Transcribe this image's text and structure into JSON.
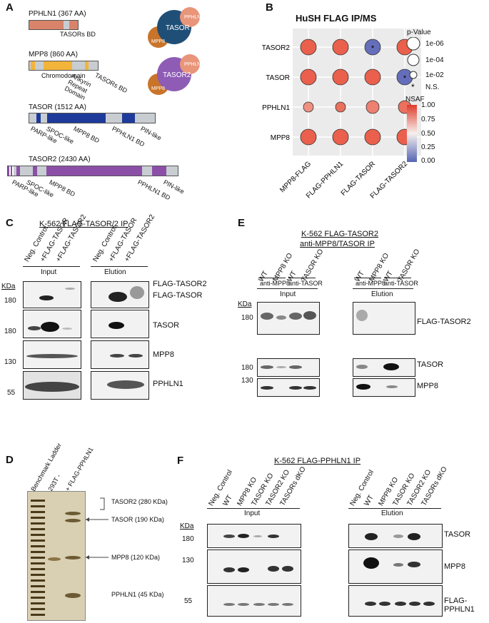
{
  "panels": {
    "A": "A",
    "B": "B",
    "C": "C",
    "D": "D",
    "E": "E",
    "F": "F"
  },
  "panelA": {
    "pphln1": {
      "title": "PPHLN1 (367 AA)",
      "labels": [
        "TASORs BD"
      ]
    },
    "mpp8": {
      "title": "MPP8 (860 AA)",
      "labels": [
        "Chromodomain",
        "Ankyrin Repeat Domain",
        "TASORs BD"
      ]
    },
    "tasor": {
      "title": "TASOR (1512 AA)",
      "labels": [
        "PARP-like",
        "SPOC-like",
        "MPP8 BD",
        "PPHLN1 BD",
        "PIN-like"
      ]
    },
    "tasor2": {
      "title": "TASOR2 (2430 AA)",
      "labels": [
        "PARP-like",
        "SPOC-like",
        "MPP8 BD",
        "PPHLN1 BD",
        "PIN-like"
      ]
    },
    "complex1": [
      "TASOR",
      "PPHLN",
      "MPP8"
    ],
    "complex2": [
      "TASOR2",
      "PPHLN",
      "MPP8"
    ],
    "colors": {
      "pphln1": "#d9846a",
      "mpp8": "#f3b43a",
      "tasor": "#1e3a9a",
      "tasor2": "#8c4fa8",
      "gray": "#c8cdd2"
    }
  },
  "panelB": {
    "title": "HuSH FLAG IP/MS",
    "pvalue_title": "p-Value",
    "pvalue_legend": [
      "1e-06",
      "1e-04",
      "1e-02",
      "N.S."
    ],
    "nsaf_title": "NSAF",
    "nsaf_ticks": [
      "1.00",
      "0.75",
      "0.50",
      "0.25",
      "0.00"
    ],
    "rows": [
      "TASOR2",
      "TASOR",
      "PPHLN1",
      "MPP8"
    ],
    "cols": [
      "MPP8-FLAG",
      "FLAG-PPHLN1",
      "FLAG-TASOR",
      "FLAG-TASOR2"
    ],
    "colors": {
      "high": "#e8503a",
      "low": "#5560b4"
    }
  },
  "chart_data": {
    "type": "scatter",
    "title": "HuSH FLAG IP/MS",
    "x": [
      "MPP8-FLAG",
      "FLAG-PPHLN1",
      "FLAG-TASOR",
      "FLAG-TASOR2"
    ],
    "y": [
      "TASOR2",
      "TASOR",
      "PPHLN1",
      "MPP8"
    ],
    "nsaf": [
      [
        0.95,
        0.95,
        0.05,
        0.95
      ],
      [
        0.95,
        0.95,
        0.95,
        0.05
      ],
      [
        0.8,
        0.9,
        0.85,
        0.9
      ],
      [
        0.95,
        0.95,
        0.95,
        0.95
      ]
    ],
    "pvalue_size": [
      [
        1e-06,
        1e-06,
        "N.S.",
        1e-06
      ],
      [
        1e-06,
        1e-06,
        1e-06,
        "N.S."
      ],
      [
        0.0001,
        0.0001,
        1e-05,
        1e-05
      ],
      [
        1e-06,
        1e-06,
        1e-06,
        1e-06
      ]
    ],
    "color_scale": "NSAF 0.00-1.00",
    "legend_position": "right"
  },
  "panelC": {
    "title": "K-562 FLAG-TASOR/2 IP",
    "lanes": [
      "Neg. Control",
      "+FLAG-TASOR",
      "+FLAG-TASOR2"
    ],
    "lanes2": [
      "Neg. Control",
      "+FLAG-TASOR",
      "+FLAG-TASOR2"
    ],
    "sections": [
      "Input",
      "Elution"
    ],
    "kda": "KDa",
    "markers": [
      "180",
      "180",
      "130",
      "55"
    ],
    "right_labels": [
      "FLAG-TASOR2",
      "FLAG-TASOR",
      "TASOR",
      "MPP8",
      "PPHLN1"
    ]
  },
  "panelD": {
    "lanes": [
      "Benchmark Ladder",
      "293T -",
      "+ FLAG-PPHLN1"
    ],
    "labels": [
      "TASOR2 (280 KDa)",
      "TASOR (190 KDa)",
      "MPP8 (120 KDa)",
      "PPHLN1 (45 KDa)"
    ]
  },
  "panelE": {
    "title1": "K-562 FLAG-TASOR2",
    "title2": "anti-MPP8/TASOR IP",
    "lanes": [
      "WT",
      "MPP8 KO",
      "WT",
      "TASOR KO"
    ],
    "groups": [
      "anti-MPP8",
      "anti-TASOR"
    ],
    "sections": [
      "Input",
      "Elution"
    ],
    "kda": "KDa",
    "markers": [
      "180",
      "180",
      "130"
    ],
    "right_labels": [
      "FLAG-TASOR2",
      "TASOR",
      "MPP8"
    ]
  },
  "panelF": {
    "title": "K-562 FLAG-PPHLN1 IP",
    "lanes": [
      "Neg. Control",
      "WT",
      "MPP8 KO",
      "TASOR KO",
      "TASOR2 KO",
      "TASORs dKO"
    ],
    "sections": [
      "Input",
      "Elution"
    ],
    "kda": "KDa",
    "markers": [
      "180",
      "130",
      "55"
    ],
    "right_labels": [
      "TASOR",
      "MPP8",
      "FLAG-PPHLN1"
    ]
  }
}
